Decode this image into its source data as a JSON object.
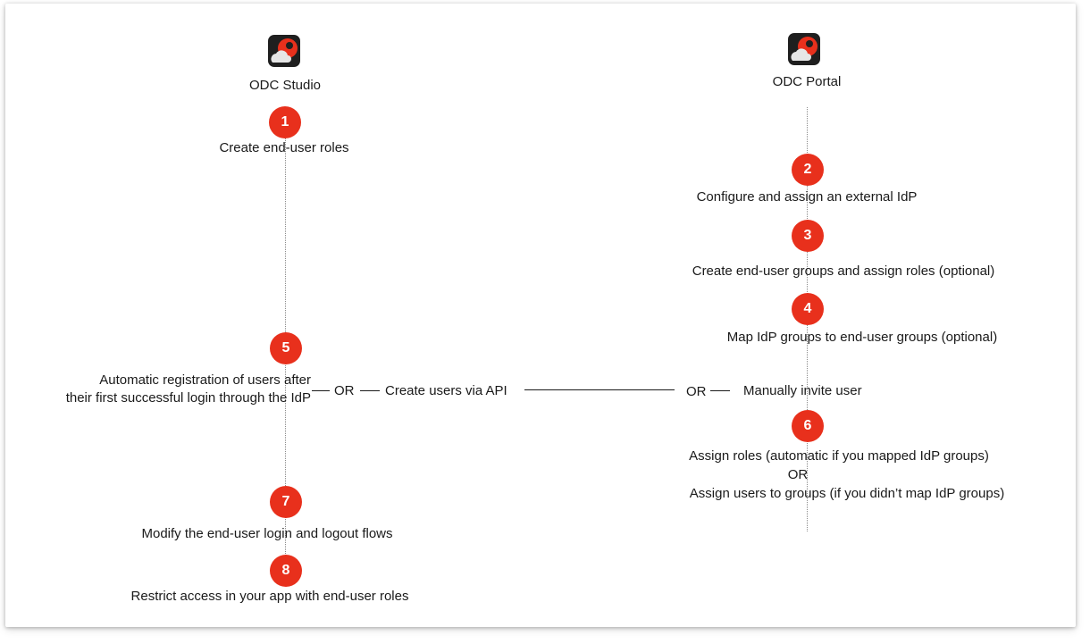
{
  "columns": {
    "left": {
      "title": "ODC Studio",
      "logo": "odc-studio-logo"
    },
    "right": {
      "title": "ODC Portal",
      "logo": "odc-portal-logo"
    }
  },
  "steps": [
    {
      "number": "1",
      "label": "Create end-user roles"
    },
    {
      "number": "2",
      "label": "Configure and assign an external IdP"
    },
    {
      "number": "3",
      "label": "Create end-user groups and assign roles (optional)"
    },
    {
      "number": "4",
      "label": "Map IdP groups to end-user groups (optional)"
    },
    {
      "number": "5",
      "label_line1": "Automatic registration of users after",
      "label_line2": "their first successful login through the IdP"
    },
    {
      "number": "6",
      "label_line1": "Assign roles (automatic if you mapped IdP groups)",
      "label_or": "OR",
      "label_line2": "Assign users to groups (if you didn’t map IdP groups)"
    },
    {
      "number": "7",
      "label": "Modify the end-user login and logout flows"
    },
    {
      "number": "8",
      "label": "Restrict access in your app with end-user roles"
    }
  ],
  "connector": {
    "or_left": "OR",
    "api": "Create users via API",
    "or_right": "OR",
    "manual": "Manually invite user"
  },
  "colors": {
    "step_fill": "#e8301c",
    "logo_bg": "#1f1f1f",
    "logo_accent": "#e8301c"
  }
}
